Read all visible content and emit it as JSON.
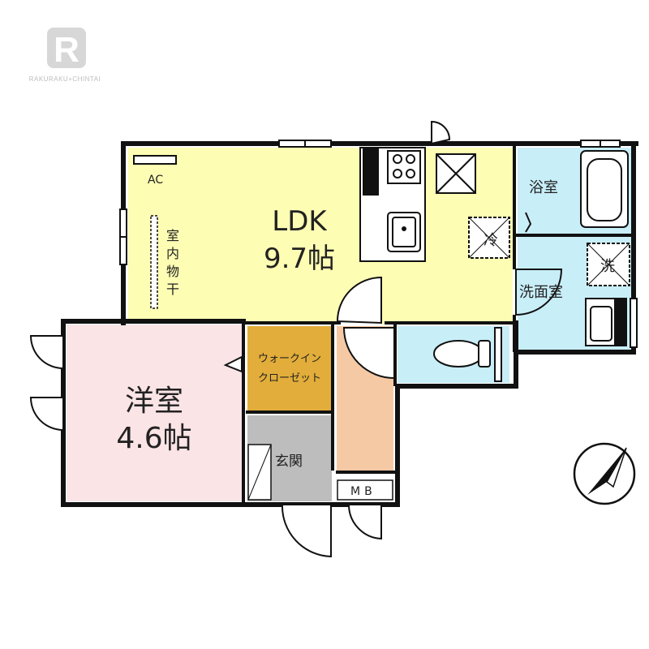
{
  "logo": {
    "letter": "R",
    "wordmark": "RAKURAKU+CHINTAI"
  },
  "rooms": {
    "ldk": {
      "name": "LDK",
      "size": "9.7帖",
      "color": "#fdfdb4"
    },
    "western": {
      "name": "洋室",
      "size": "4.6帖",
      "color": "#fbe4e6"
    },
    "wic": {
      "label_line1": "ウォークイン",
      "label_line2": "クローゼット",
      "color": "#e2ad3a"
    },
    "entrance": {
      "name": "玄関",
      "color": "#bdbdbd"
    },
    "hall": {
      "color": "#f6c9a5"
    },
    "bath": {
      "name": "浴室",
      "color": "#c8eef8"
    },
    "washroom": {
      "name": "洗面室",
      "color": "#c8eef8"
    },
    "toilet": {
      "color": "#c8eef8"
    }
  },
  "fixtures": {
    "ac": "AC",
    "drying_line": [
      "室",
      "内",
      "物",
      "干"
    ],
    "fridge": "冷",
    "washer": "洗",
    "meter_box": "MB"
  },
  "compass": {
    "icon": "north-arrow-icon"
  }
}
